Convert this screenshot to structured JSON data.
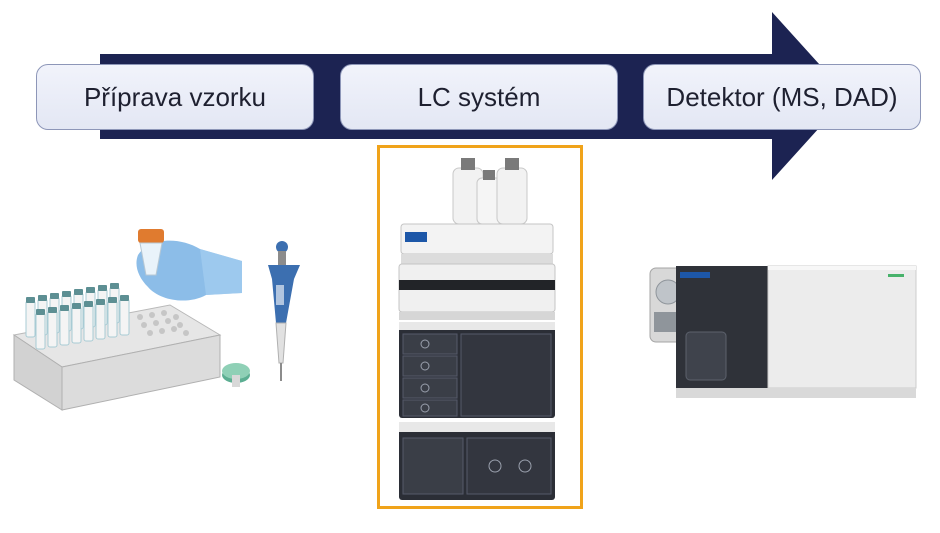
{
  "flow": {
    "stages": [
      {
        "label": "Příprava vzorku"
      },
      {
        "label": "LC systém"
      },
      {
        "label": "Detektor (MS, DAD)"
      }
    ]
  },
  "colors": {
    "arrow": "#1c2352",
    "box_fill": "#e9ecf7",
    "box_border": "#8d96b8",
    "highlight": "#f0a31a",
    "glove": "#7fb6e6",
    "vial_cap": "#5d8f93",
    "pipette": "#3c6fb0",
    "filter": "#5cae92",
    "tube_cap": "#e07b2f",
    "instrument_dark": "#2b2e36",
    "instrument_light": "#ececec"
  },
  "icons": [
    "sample-preparation-illustration",
    "lc-system-illustration",
    "mass-spectrometer-illustration"
  ]
}
